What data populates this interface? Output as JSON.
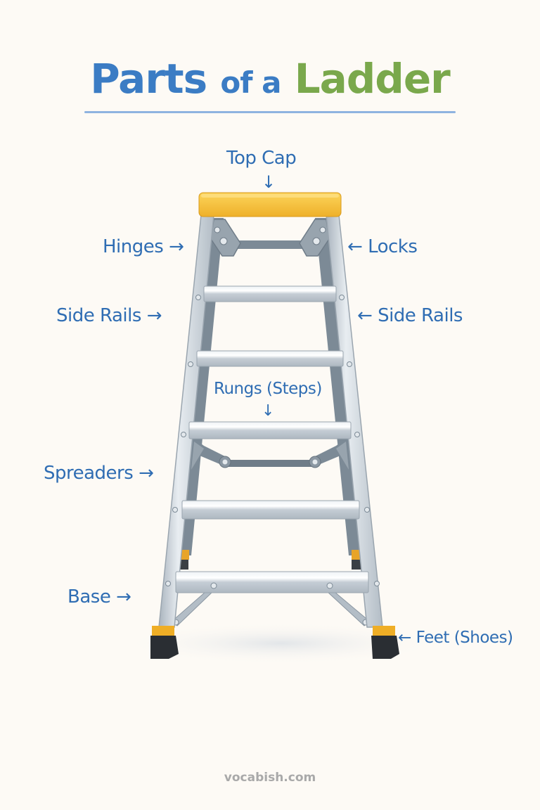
{
  "title": {
    "part1": "Parts",
    "part2": "of a",
    "part3": "Ladder"
  },
  "labels": {
    "top_cap": "Top Cap",
    "hinges": "Hinges",
    "locks": "Locks",
    "side_rails_left": "Side Rails",
    "side_rails_right": "Side Rails",
    "rungs": "Rungs (Steps)",
    "spreaders": "Spreaders",
    "base": "Base",
    "feet": "Feet (Shoes)"
  },
  "arrows": {
    "right": "→",
    "left": "←",
    "down": "↓"
  },
  "colors": {
    "background": "#fdfaf5",
    "title_blue": "#3b7cc4",
    "title_green": "#7aa84c",
    "label_blue": "#2f6db3",
    "top_cap_yellow": "#f6bd32",
    "rail_silver": "#c9d1d8",
    "inner_steel": "#7c8a96",
    "foot_black": "#2a2e33"
  },
  "footer": "vocabish.com"
}
